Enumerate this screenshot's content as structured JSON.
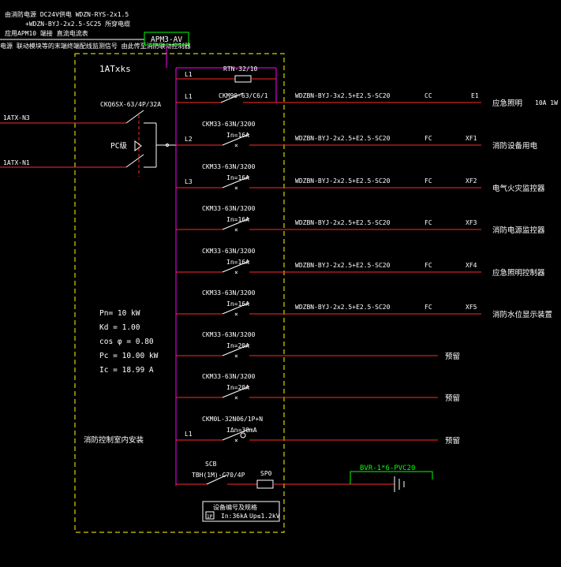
{
  "notes": {
    "line1": "由消防电源 DC24V供电 WDZN-RYS-2x1.5",
    "line2": "+WDZN-BYJ-2x2.5-SC25 所穿电缆",
    "line3": "应用APM10 端接 直流电流表",
    "line4": "电源 联动模块等的末端终端配线监测信号 由此传至消防联动控制器"
  },
  "meter_box": "APM3-AV",
  "cabinet": {
    "name": "1ATxks"
  },
  "incoming": {
    "feeder1": "1ATX-N3",
    "feeder2": "1ATX-N1",
    "ats_model": "CKQ6SX-63/4P/32A",
    "pc_label": "PC级"
  },
  "branches": [
    {
      "phase": "L1",
      "breaker": "RTN-32/10",
      "rating": "",
      "cable": "",
      "laying": "",
      "code": "",
      "load": ""
    },
    {
      "phase": "L1",
      "breaker": "CKM90-63/C6/1",
      "rating": "",
      "cable": "WDZBN-BYJ-3x2.5+E2.5-SC20",
      "laying": "CC",
      "code": "E1",
      "load": "应急照明",
      "extra": "10A 1W"
    },
    {
      "phase": "L2",
      "breaker": "CKM33-63N/3200",
      "rating": "In=16A",
      "cable": "WDZBN-BYJ-2x2.5+E2.5-SC20",
      "laying": "FC",
      "code": "XF1",
      "load": "消防设备用电"
    },
    {
      "phase": "L3",
      "breaker": "CKM33-63N/3200",
      "rating": "In=16A",
      "cable": "WDZBN-BYJ-2x2.5+E2.5-SC20",
      "laying": "FC",
      "code": "XF2",
      "load": "电气火灾监控器"
    },
    {
      "phase": "",
      "breaker": "CKM33-63N/3200",
      "rating": "In=16A",
      "cable": "WDZBN-BYJ-2x2.5+E2.5-SC20",
      "laying": "FC",
      "code": "XF3",
      "load": "消防电源监控器"
    },
    {
      "phase": "",
      "breaker": "CKM33-63N/3200",
      "rating": "In=16A",
      "cable": "WDZBN-BYJ-2x2.5+E2.5-SC20",
      "laying": "FC",
      "code": "XF4",
      "load": "应急照明控制器"
    },
    {
      "phase": "",
      "breaker": "CKM33-63N/3200",
      "rating": "In=16A",
      "cable": "WDZBN-BYJ-2x2.5+E2.5-SC20",
      "laying": "FC",
      "code": "XF5",
      "load": "消防水位显示装置"
    },
    {
      "phase": "",
      "breaker": "CKM33-63N/3200",
      "rating": "In=20A",
      "cable": "",
      "laying": "",
      "code": "",
      "load": "预留"
    },
    {
      "phase": "",
      "breaker": "CKM33-63N/3200",
      "rating": "In=20A",
      "cable": "",
      "laying": "",
      "code": "",
      "load": "预留"
    },
    {
      "phase": "L1",
      "breaker": "CKM0L-32N06/1P+N",
      "rating": "IΔn=30mA",
      "cable": "",
      "laying": "",
      "code": "",
      "load": "预留"
    }
  ],
  "calc": {
    "pn": "Pn=   10   kW",
    "kd": "Kd  =  1.00",
    "cos": "cos  φ  =  0.80",
    "pc": "Pc  =  10.00     kW",
    "ic": "Ic  =  18.99     A"
  },
  "install_note": "消防控制室内安装",
  "spd": {
    "label": "SCB",
    "model": "TBH(1M)-C70/4P",
    "sp": "SP0",
    "cable": "BVR-1*6-PVC20"
  },
  "legend": {
    "title": "设备编号及规格",
    "box": "1P",
    "text1": "In:36kA",
    "text2": "Up≤1.2kV"
  },
  "colors": {
    "bg": "#000000",
    "red": "#ff2a2a",
    "magenta": "#ff00ff",
    "green": "#00ff00",
    "yellow": "#ffff00",
    "white": "#ffffff"
  }
}
